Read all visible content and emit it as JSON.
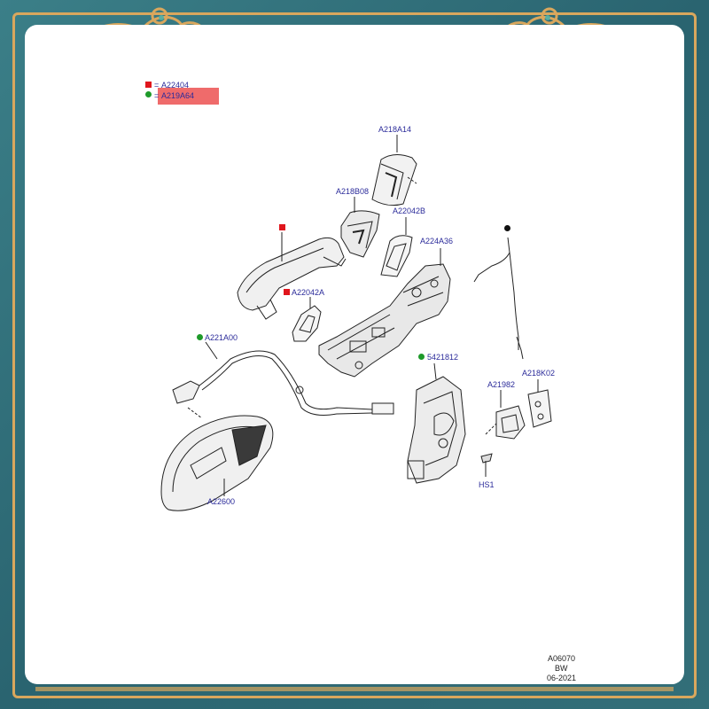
{
  "legend": {
    "items": [
      {
        "symbol": "red-square",
        "eq": "=",
        "label": "A22404"
      },
      {
        "symbol": "green-dot",
        "eq": "=",
        "label": "A219A64"
      }
    ],
    "highlight_color": "#ef6b6b"
  },
  "labels": {
    "A218A14": "A218A14",
    "A218B08": "A218B08",
    "A22042B": "A22042B",
    "A224A36": "A224A36",
    "A22042A": "A22042A",
    "A221A00": "A221A00",
    "5421812": "5421812",
    "A218K02": "A218K02",
    "A21982": "A21982",
    "HS1": "HS1",
    "A22600": "A22600"
  },
  "footer": {
    "code": "A06070",
    "initials": "BW",
    "date": "06-2021"
  },
  "colors": {
    "frame": "#2f6e78",
    "gold": "#d9a75d",
    "label_blue": "#2b2b9a",
    "red_marker": "#e0161d",
    "green_marker": "#1e9a2a"
  }
}
